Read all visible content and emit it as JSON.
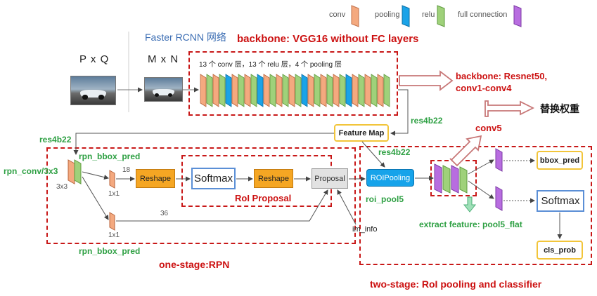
{
  "legend": {
    "items": [
      {
        "label": "conv",
        "color": "#f4a97f"
      },
      {
        "label": "pooling",
        "color": "#1aa3e8"
      },
      {
        "label": "relu",
        "color": "#9fd17a"
      },
      {
        "label": "full connection",
        "color": "#b86de0"
      }
    ]
  },
  "header": {
    "pxq": "P x Q",
    "mxn": "M x N",
    "faster_rcnn": "Faster RCNN 网络",
    "backbone_vgg": "backbone: VGG16 without FC layers",
    "conv_desc": "13 个 conv 层，13 个 relu 层，4 个 pooling 层"
  },
  "backbone_resnet": {
    "line1": "backbone: Resnet50,",
    "line2": "conv1-conv4"
  },
  "replace_weights": "替换权重",
  "conv5": "conv5",
  "feature_map": "Feature Map",
  "labels": {
    "res4b22_right": "res4b22",
    "res4b22_left": "res4b22",
    "res4b22_mid": "res4b22",
    "rpn_conv": "rpn_conv/3x3",
    "rpn_bbox_pred_top": "rpn_bbox_pred",
    "rpn_bbox_pred_bottom": "rpn_bbox_pred",
    "k3x3": "3x3",
    "k1x1_a": "1x1",
    "k1x1_b": "1x1",
    "n18": "18",
    "n36": "36",
    "im_info": "im_info",
    "roi_proposal": "RoI Proposal",
    "one_stage": "one-stage:RPN",
    "roi_pool5": "roi_pool5",
    "extract_feature": "extract feature: pool5_flat",
    "two_stage": "two-stage: RoI pooling and classifier"
  },
  "boxes": {
    "reshape1": "Reshape",
    "softmax_rpn": "Softmax",
    "reshape2": "Reshape",
    "proposal": "Proposal",
    "roipooling": "ROIPooling",
    "bbox_pred": "bbox_pred",
    "softmax_cls": "Softmax",
    "cls_prob": "cls_prob"
  },
  "colors": {
    "conv": "#f4a97f",
    "pooling": "#1aa3e8",
    "relu": "#9fd17a",
    "fc": "#b86de0",
    "reshape": "#f5a623",
    "softmax": "#5b8fd6",
    "dashed": "#c81818"
  }
}
